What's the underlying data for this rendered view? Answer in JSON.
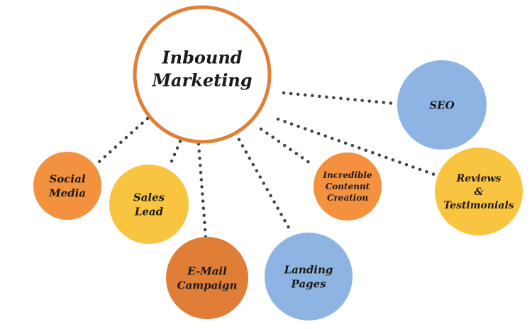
{
  "hub": {
    "lines": [
      "Inbound",
      "Marketing"
    ],
    "border_color": "#e07f35",
    "fill_color": "#ffffff"
  },
  "nodes": [
    {
      "id": "social-media",
      "lines": [
        "Social",
        "Media"
      ],
      "color": "#f3913f"
    },
    {
      "id": "sales-lead",
      "lines": [
        "Sales",
        "Lead"
      ],
      "color": "#f9c440"
    },
    {
      "id": "email-campaign",
      "lines": [
        "E-Mail",
        "Campaign"
      ],
      "color": "#e07d36"
    },
    {
      "id": "landing-pages",
      "lines": [
        "Landing",
        "Pages"
      ],
      "color": "#8db4e2"
    },
    {
      "id": "incredible-content-creation",
      "lines": [
        "Incredible",
        "Contennt",
        "Creation"
      ],
      "color": "#f3913f"
    },
    {
      "id": "reviews-testimonials",
      "lines": [
        "Reviews",
        "&",
        "Testimonials"
      ],
      "color": "#f9c440"
    },
    {
      "id": "seo",
      "lines": [
        "SEO"
      ],
      "color": "#8db4e2"
    }
  ],
  "connector_color": "#444444"
}
